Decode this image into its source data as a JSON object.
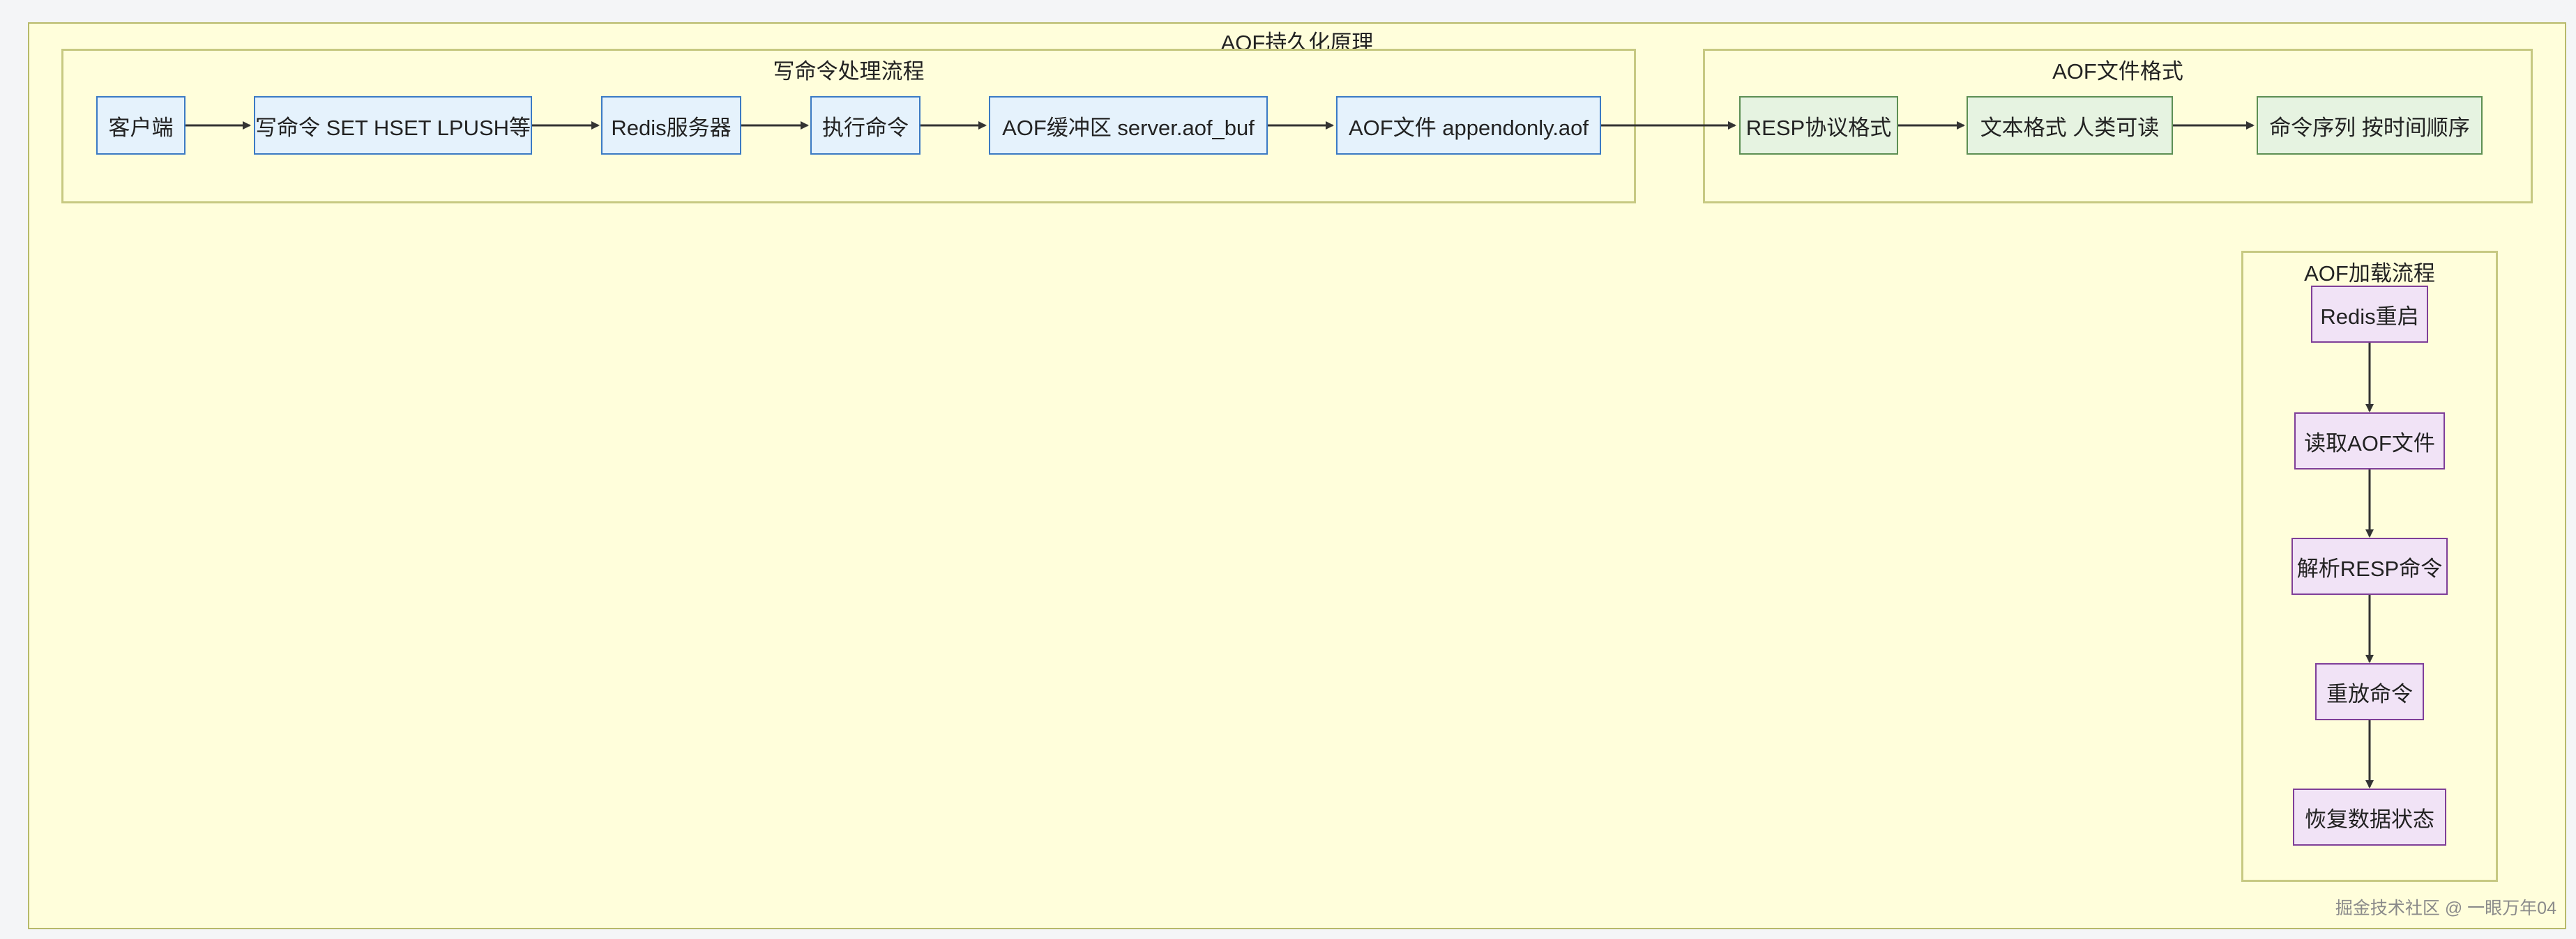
{
  "title": "AOF持久化原理",
  "clusters": {
    "write": {
      "title": "写命令处理流程"
    },
    "format": {
      "title": "AOF文件格式"
    },
    "load": {
      "title": "AOF加载流程"
    }
  },
  "nodes": {
    "client": "客户端",
    "write_cmd": "写命令 SET HSET LPUSH等",
    "redis_server": "Redis服务器",
    "exec_cmd": "执行命令",
    "aof_buf": "AOF缓冲区 server.aof_buf",
    "aof_file": "AOF文件 appendonly.aof",
    "resp_format": "RESP协议格式",
    "text_format": "文本格式 人类可读",
    "cmd_seq": "命令序列 按时间顺序",
    "redis_restart": "Redis重启",
    "read_aof": "读取AOF文件",
    "parse_resp": "解析RESP命令",
    "replay_cmd": "重放命令",
    "restore_state": "恢复数据状态"
  },
  "colors": {
    "write_fill": "#e5f2fc",
    "write_border": "#3b7ac4",
    "format_fill": "#e6f3e1",
    "format_border": "#5d8f53",
    "load_fill": "#f1e3f6",
    "load_border": "#7f3f98",
    "cluster_bg": "#fffedb"
  },
  "watermark": "掘金技术社区 @ 一眼万年04"
}
